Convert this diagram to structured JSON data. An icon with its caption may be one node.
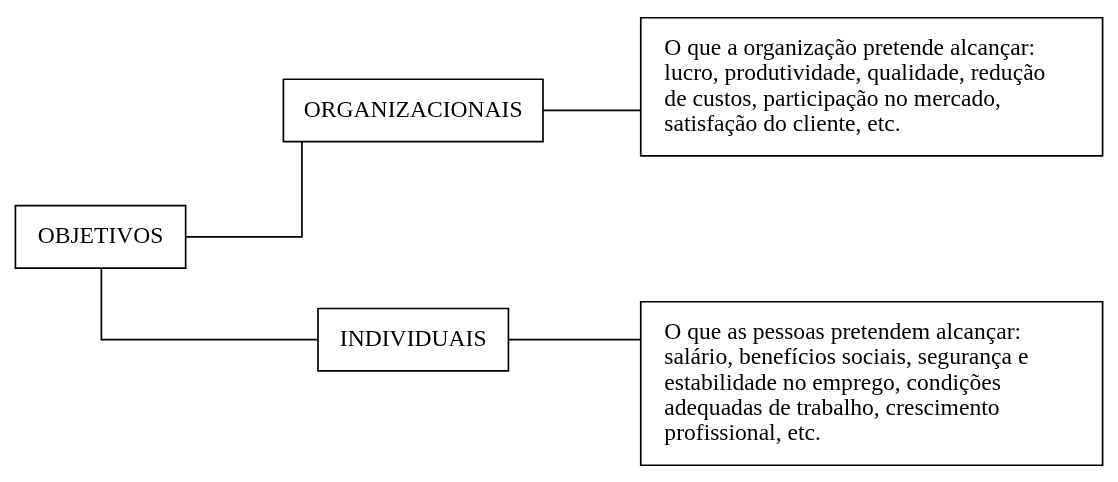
{
  "diagram": {
    "nodes": [
      {
        "text": [
          "OBJETIVOS"
        ]
      },
      {
        "text": [
          "ORGANIZACIONAIS"
        ]
      },
      {
        "text": [
          "INDIVIDUAIS"
        ]
      },
      {
        "text": [
          "O que a organização pretende alcançar: lucro, produtividade, qualidade, redução de custos, participação no mercado, satisfação do cliente, etc."
        ]
      },
      {
        "text": [
          "O que as pessoas pretendem alcançar: salário, benefícios sociais, segurança e estabilidade no emprego, condições adequadas de trabalho, crescimento profissional, etc."
        ]
      }
    ],
    "edges": [
      {
        "from": 0,
        "to": 1,
        "arrow": "none"
      },
      {
        "from": 0,
        "to": 2,
        "arrow": "none"
      },
      {
        "from": 1,
        "to": 3,
        "arrow": "none"
      },
      {
        "from": 2,
        "to": 4,
        "arrow": "none"
      }
    ]
  }
}
